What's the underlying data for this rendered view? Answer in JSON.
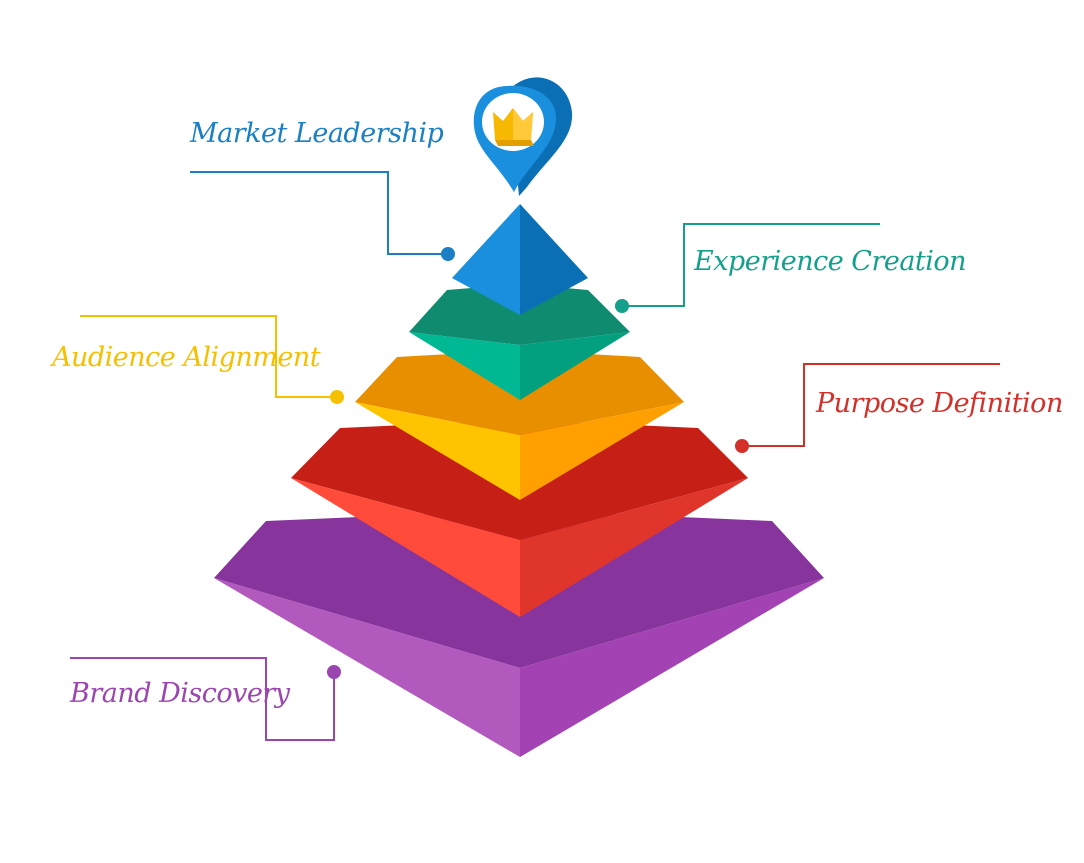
{
  "levels": [
    {
      "id": "market",
      "label": "Market Leadership",
      "color": "#1a7fc4"
    },
    {
      "id": "experience",
      "label": "Experience Creation",
      "color": "#14a08a"
    },
    {
      "id": "audience",
      "label": "Audience Alignment",
      "color": "#f5c000"
    },
    {
      "id": "purpose",
      "label": "Purpose Definition",
      "color": "#d3302a"
    },
    {
      "id": "brand",
      "label": "Brand Discovery",
      "color": "#9b45b0"
    }
  ],
  "top_icon": "crown-pin-icon",
  "colors": {
    "blue_left": "#1a8fde",
    "blue_right": "#0b6fb5",
    "green_top": "#0f8c70",
    "green_left": "#00b894",
    "green_right": "#02a07f",
    "yellow_top": "#e88f00",
    "yellow_left": "#ffc300",
    "yellow_right": "#ff9f00",
    "red_top": "#c51f16",
    "red_left": "#ff4b3a",
    "red_right": "#e0352a",
    "purple_top": "#87359c",
    "purple_left": "#b159bd",
    "purple_right": "#a242b3"
  }
}
